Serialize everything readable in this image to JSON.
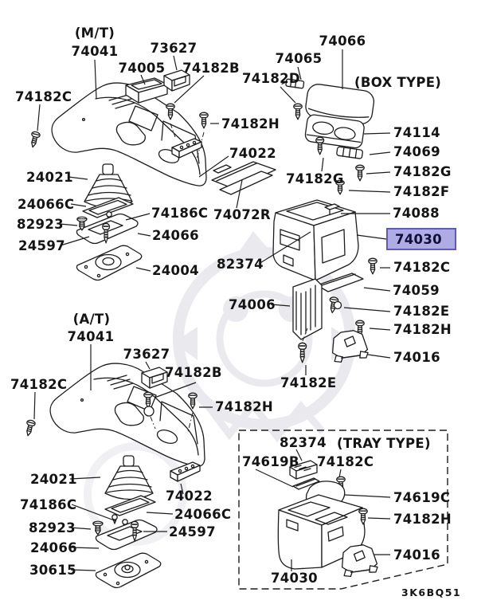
{
  "footer": {
    "diagram_code": "3K6BQ51"
  },
  "colors": {
    "line": "#1c1c1c",
    "background": "#ffffff",
    "highlight_fill": "#aeace3",
    "highlight_border": "#5e58c4",
    "watermark": "#d7d7df"
  },
  "highlight": {
    "part": "74030",
    "section": "box"
  },
  "sections": {
    "mt": {
      "variant_label": "(M/T)",
      "parts": {
        "74041": "74041",
        "73627": "73627",
        "74005": "74005",
        "74182B": "74182B",
        "74182C": "74182C",
        "74182H": "74182H",
        "74022": "74022",
        "24021": "24021",
        "24066C": "24066C",
        "74186C": "74186C",
        "82923": "82923",
        "24066": "24066",
        "24597": "24597",
        "24004": "24004",
        "74072R": "74072R",
        "82374": "82374"
      }
    },
    "box": {
      "variant_label": "(BOX TYPE)",
      "parts": {
        "74066": "74066",
        "74065": "74065",
        "74182D": "74182D",
        "74114": "74114",
        "74069": "74069",
        "74182G_upper": "74182G",
        "74182F": "74182F",
        "74182G_lower": "74182G",
        "74088": "74088",
        "74030": "74030",
        "74182C": "74182C",
        "74059": "74059",
        "74006": "74006",
        "74182E_upper": "74182E",
        "74182H": "74182H",
        "74016": "74016",
        "74182E_lower": "74182E"
      }
    },
    "at": {
      "variant_label": "(A/T)",
      "parts": {
        "74041": "74041",
        "73627": "73627",
        "74182B": "74182B",
        "74182C": "74182C",
        "74182H": "74182H",
        "24021": "24021",
        "74022": "74022",
        "74186C": "74186C",
        "24066C": "24066C",
        "82923": "82923",
        "24597": "24597",
        "24066": "24066",
        "30615": "30615"
      }
    },
    "tray": {
      "variant_label": "(TRAY TYPE)",
      "parts": {
        "82374": "82374",
        "74619B": "74619B",
        "74182C": "74182C",
        "74619C": "74619C",
        "74182H": "74182H",
        "74016": "74016",
        "74030": "74030"
      }
    }
  }
}
